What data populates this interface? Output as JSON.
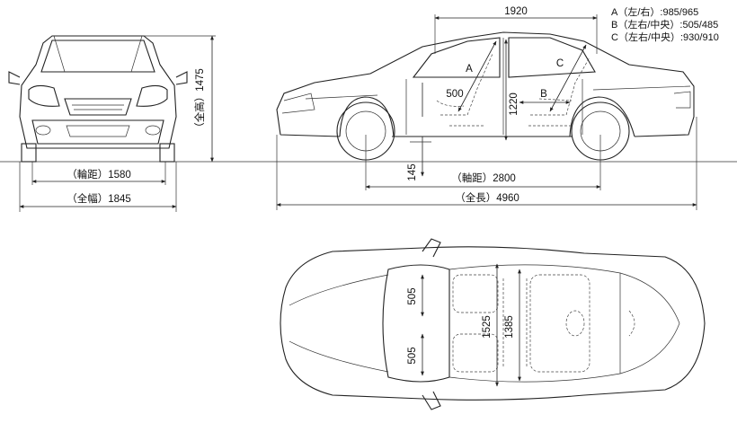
{
  "legend": {
    "a": "A（左/右）:985/965",
    "b": "B（左右/中央）:505/485",
    "c": "C（左右/中央）:930/910"
  },
  "front_view": {
    "height": "（全高）1475",
    "tread": "（輪距）1580",
    "width": "（全幅）1845"
  },
  "side_view": {
    "roof_length": "1920",
    "interior_height": "1220",
    "seat_length": "500",
    "marker_a": "A",
    "marker_b": "B",
    "marker_c": "C",
    "ground_clearance": "145",
    "wheelbase": "（軸距）2800",
    "overall_length": "（全長）4960"
  },
  "top_view": {
    "seat_width_front": "505",
    "seat_width_rear": "505",
    "front_cabin_width": "1525",
    "rear_cabin_width": "1385"
  }
}
